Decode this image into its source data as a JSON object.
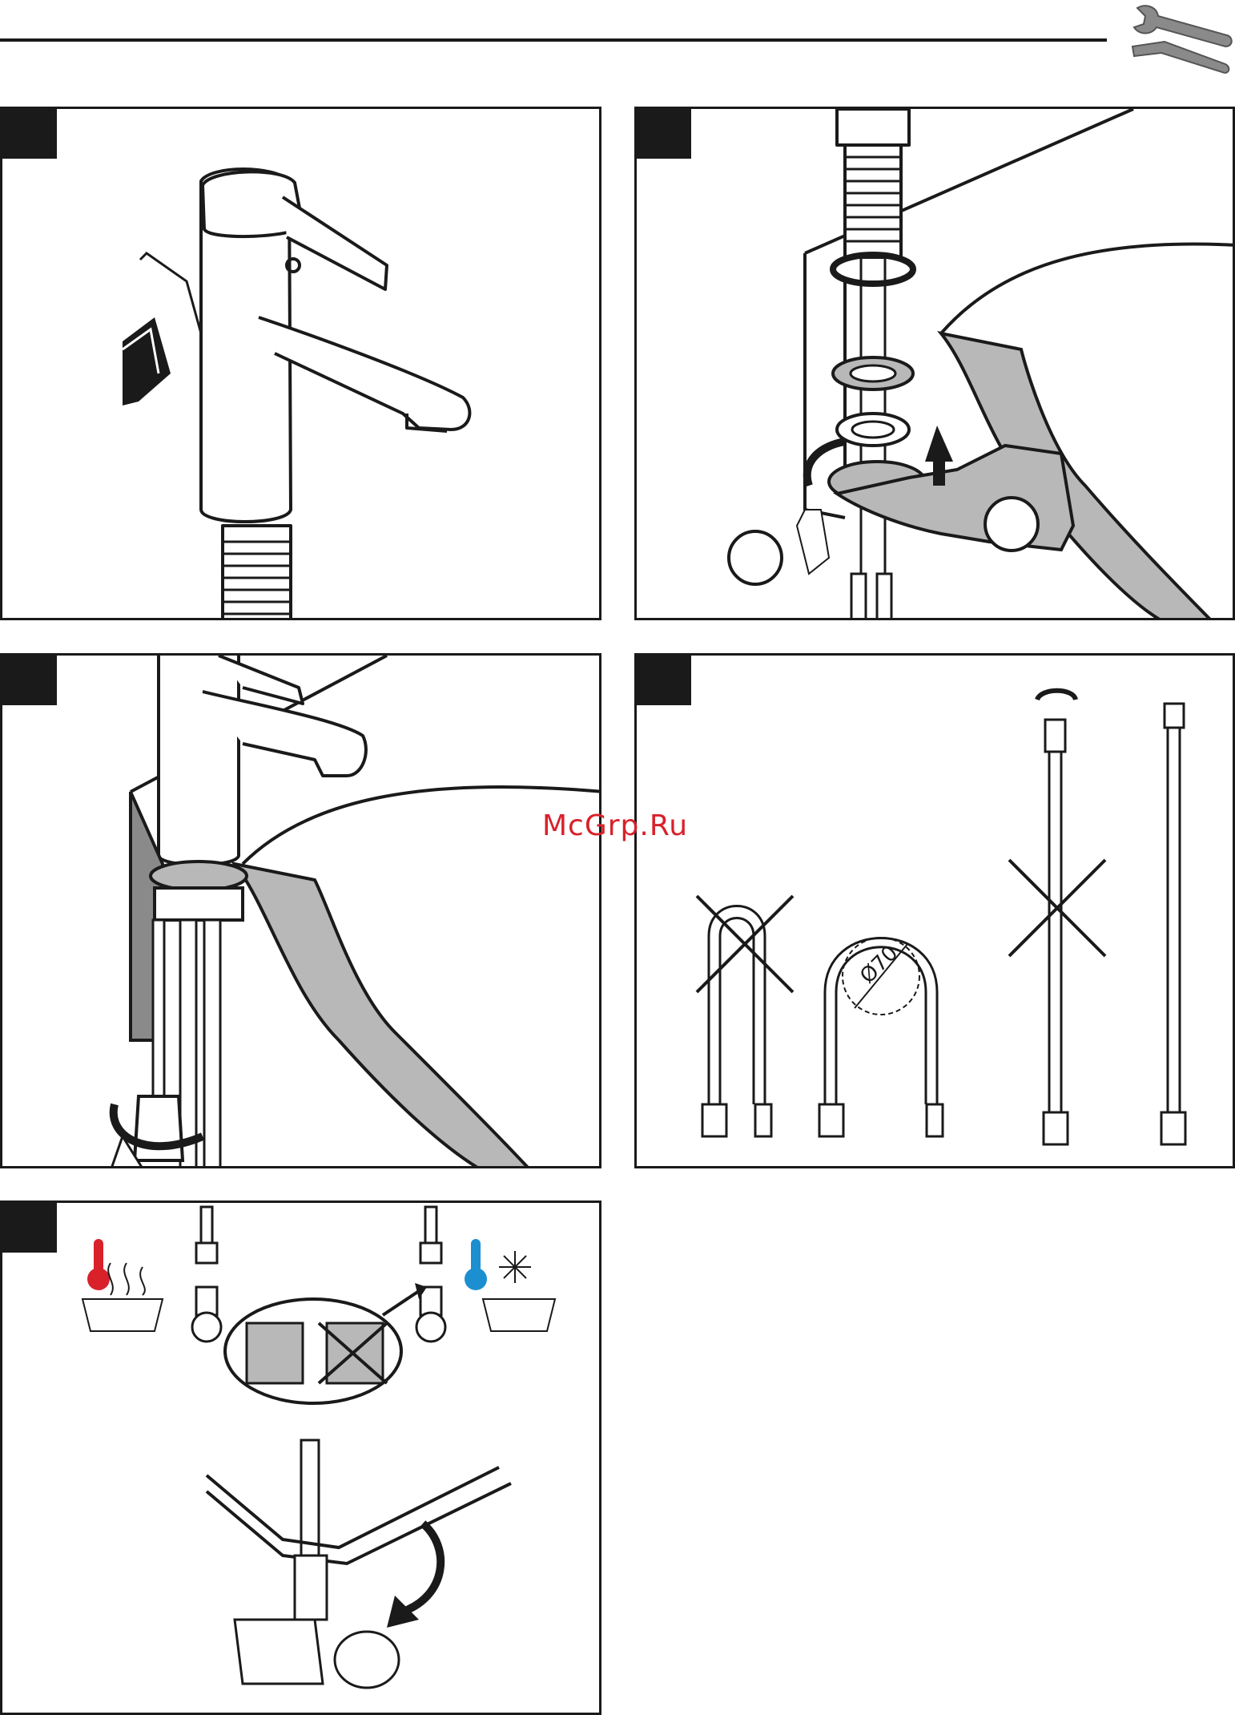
{
  "header": {
    "tools_icon": "wrench-screwdriver-icon"
  },
  "steps": [
    {
      "id": "step-1",
      "illustration": "faucet-lever-pressed"
    },
    {
      "id": "step-2",
      "illustration": "mounting-nut-tightening"
    },
    {
      "id": "step-3",
      "illustration": "screwdriver-fixing"
    },
    {
      "id": "step-4",
      "illustration": "hose-bend-radius"
    },
    {
      "id": "step-5",
      "illustration": "hose-connection-valves"
    }
  ],
  "step4": {
    "bend_diameter_label": "Ø70"
  },
  "watermark": {
    "text": "McGrp.Ru",
    "color": "#d9212a"
  },
  "colors": {
    "hot": "#d9212a",
    "cold": "#1c8fd0",
    "line": "#1a1a1a",
    "fill_gray": "#b8b8b8"
  }
}
